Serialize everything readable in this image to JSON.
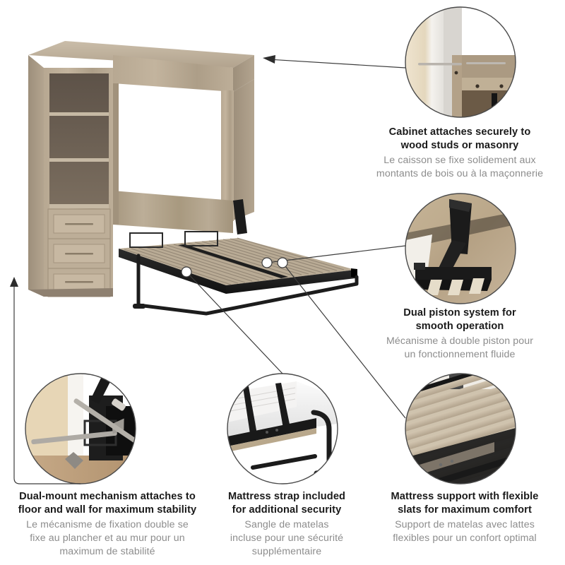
{
  "product": {
    "name": "Murphy wall bed with storage cabinet",
    "description": "Queen wall bed shown open with left-side storage tower",
    "cabinet": {
      "open_shelves": 3,
      "drawers": 3,
      "finish": "rustic brown driftwood"
    },
    "bed": {
      "state": "open",
      "slat_support": true,
      "support_leg": "black metal folding leg"
    }
  },
  "colors": {
    "heading_text": "#1a1a1a",
    "subtext": "#8d8d8d",
    "leader_line": "#3c3c3c",
    "circle_border": "#4a4a4a",
    "wood_light": "#c8bba8",
    "wood_mid": "#ab9c88",
    "wood_dark": "#6b5f53",
    "metal_black": "#1c1c1c",
    "mattress_white": "#eceaea",
    "background": "#ffffff"
  },
  "callouts": [
    {
      "id": "cabinet",
      "en_lines": [
        "Cabinet attaches securely to",
        "wood studs or masonry"
      ],
      "fr_lines": [
        "Le caisson se fixe solidement aux",
        "montants de bois ou à la maçonnerie"
      ],
      "photo": "cabinet-anchored-to-wall-stud-with-screw",
      "marker": "arrow"
    },
    {
      "id": "piston",
      "en_lines": [
        "Dual piston system for",
        "smooth operation"
      ],
      "fr_lines": [
        "Mécanisme à double piston pour",
        "un fonctionnement fluide"
      ],
      "photo": "black-dual-piston-hinge-mechanism",
      "marker": "dot"
    },
    {
      "id": "mount",
      "en_lines": [
        "Dual-mount mechanism attaches to",
        "floor and wall for maximum stability"
      ],
      "fr_lines": [
        "Le mécanisme de fixation double se",
        "fixe au plancher et au mur pour un",
        "maximum de stabilité"
      ],
      "photo": "mounting-screws-and-black-bracket",
      "marker": "arrow"
    },
    {
      "id": "strap",
      "en_lines": [
        "Mattress strap included",
        "for additional security"
      ],
      "fr_lines": [
        "Sangle de matelas",
        "incluse pour une sécurité",
        "supplémentaire"
      ],
      "photo": "white-mattress-with-black-retaining-strap",
      "marker": "dot"
    },
    {
      "id": "slats",
      "en_lines": [
        "Mattress support with flexible",
        "slats for maximum comfort"
      ],
      "fr_lines": [
        "Support de matelas avec lattes",
        "flexibles pour un confort optimal"
      ],
      "photo": "wooden-flexible-slats-on-black-frame",
      "marker": "dot"
    }
  ]
}
